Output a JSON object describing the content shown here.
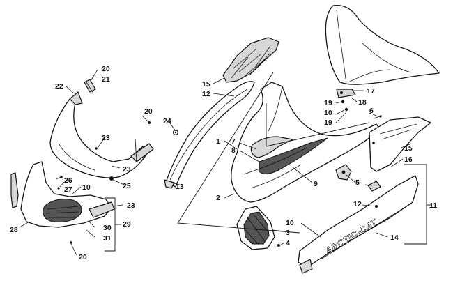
{
  "diagram": {
    "type": "exploded-parts-diagram",
    "decal_text": "ARCTIC-CAT",
    "callouts": [
      {
        "id": "c1",
        "label": "1"
      },
      {
        "id": "c2",
        "label": "2"
      },
      {
        "id": "c3",
        "label": "3"
      },
      {
        "id": "c4",
        "label": "4"
      },
      {
        "id": "c5",
        "label": "5"
      },
      {
        "id": "c6",
        "label": "6"
      },
      {
        "id": "c7",
        "label": "7"
      },
      {
        "id": "c8",
        "label": "8"
      },
      {
        "id": "c9",
        "label": "9"
      },
      {
        "id": "c10a",
        "label": "10"
      },
      {
        "id": "c10b",
        "label": "10"
      },
      {
        "id": "c10c",
        "label": "10"
      },
      {
        "id": "c11",
        "label": "11"
      },
      {
        "id": "c12a",
        "label": "12"
      },
      {
        "id": "c12b",
        "label": "12"
      },
      {
        "id": "c13",
        "label": "13"
      },
      {
        "id": "c14",
        "label": "14"
      },
      {
        "id": "c15a",
        "label": "15"
      },
      {
        "id": "c15b",
        "label": "15"
      },
      {
        "id": "c16",
        "label": "16"
      },
      {
        "id": "c17",
        "label": "17"
      },
      {
        "id": "c18",
        "label": "18"
      },
      {
        "id": "c19a",
        "label": "19"
      },
      {
        "id": "c19b",
        "label": "19"
      },
      {
        "id": "c20a",
        "label": "20"
      },
      {
        "id": "c20b",
        "label": "20"
      },
      {
        "id": "c20c",
        "label": "20"
      },
      {
        "id": "c21",
        "label": "21"
      },
      {
        "id": "c22",
        "label": "22"
      },
      {
        "id": "c23a",
        "label": "23"
      },
      {
        "id": "c23b",
        "label": "23"
      },
      {
        "id": "c23c",
        "label": "23"
      },
      {
        "id": "c24",
        "label": "24"
      },
      {
        "id": "c25",
        "label": "25"
      },
      {
        "id": "c26",
        "label": "26"
      },
      {
        "id": "c27",
        "label": "27"
      },
      {
        "id": "c28",
        "label": "28"
      },
      {
        "id": "c29",
        "label": "29"
      },
      {
        "id": "c30",
        "label": "30"
      },
      {
        "id": "c31",
        "label": "31"
      }
    ]
  }
}
